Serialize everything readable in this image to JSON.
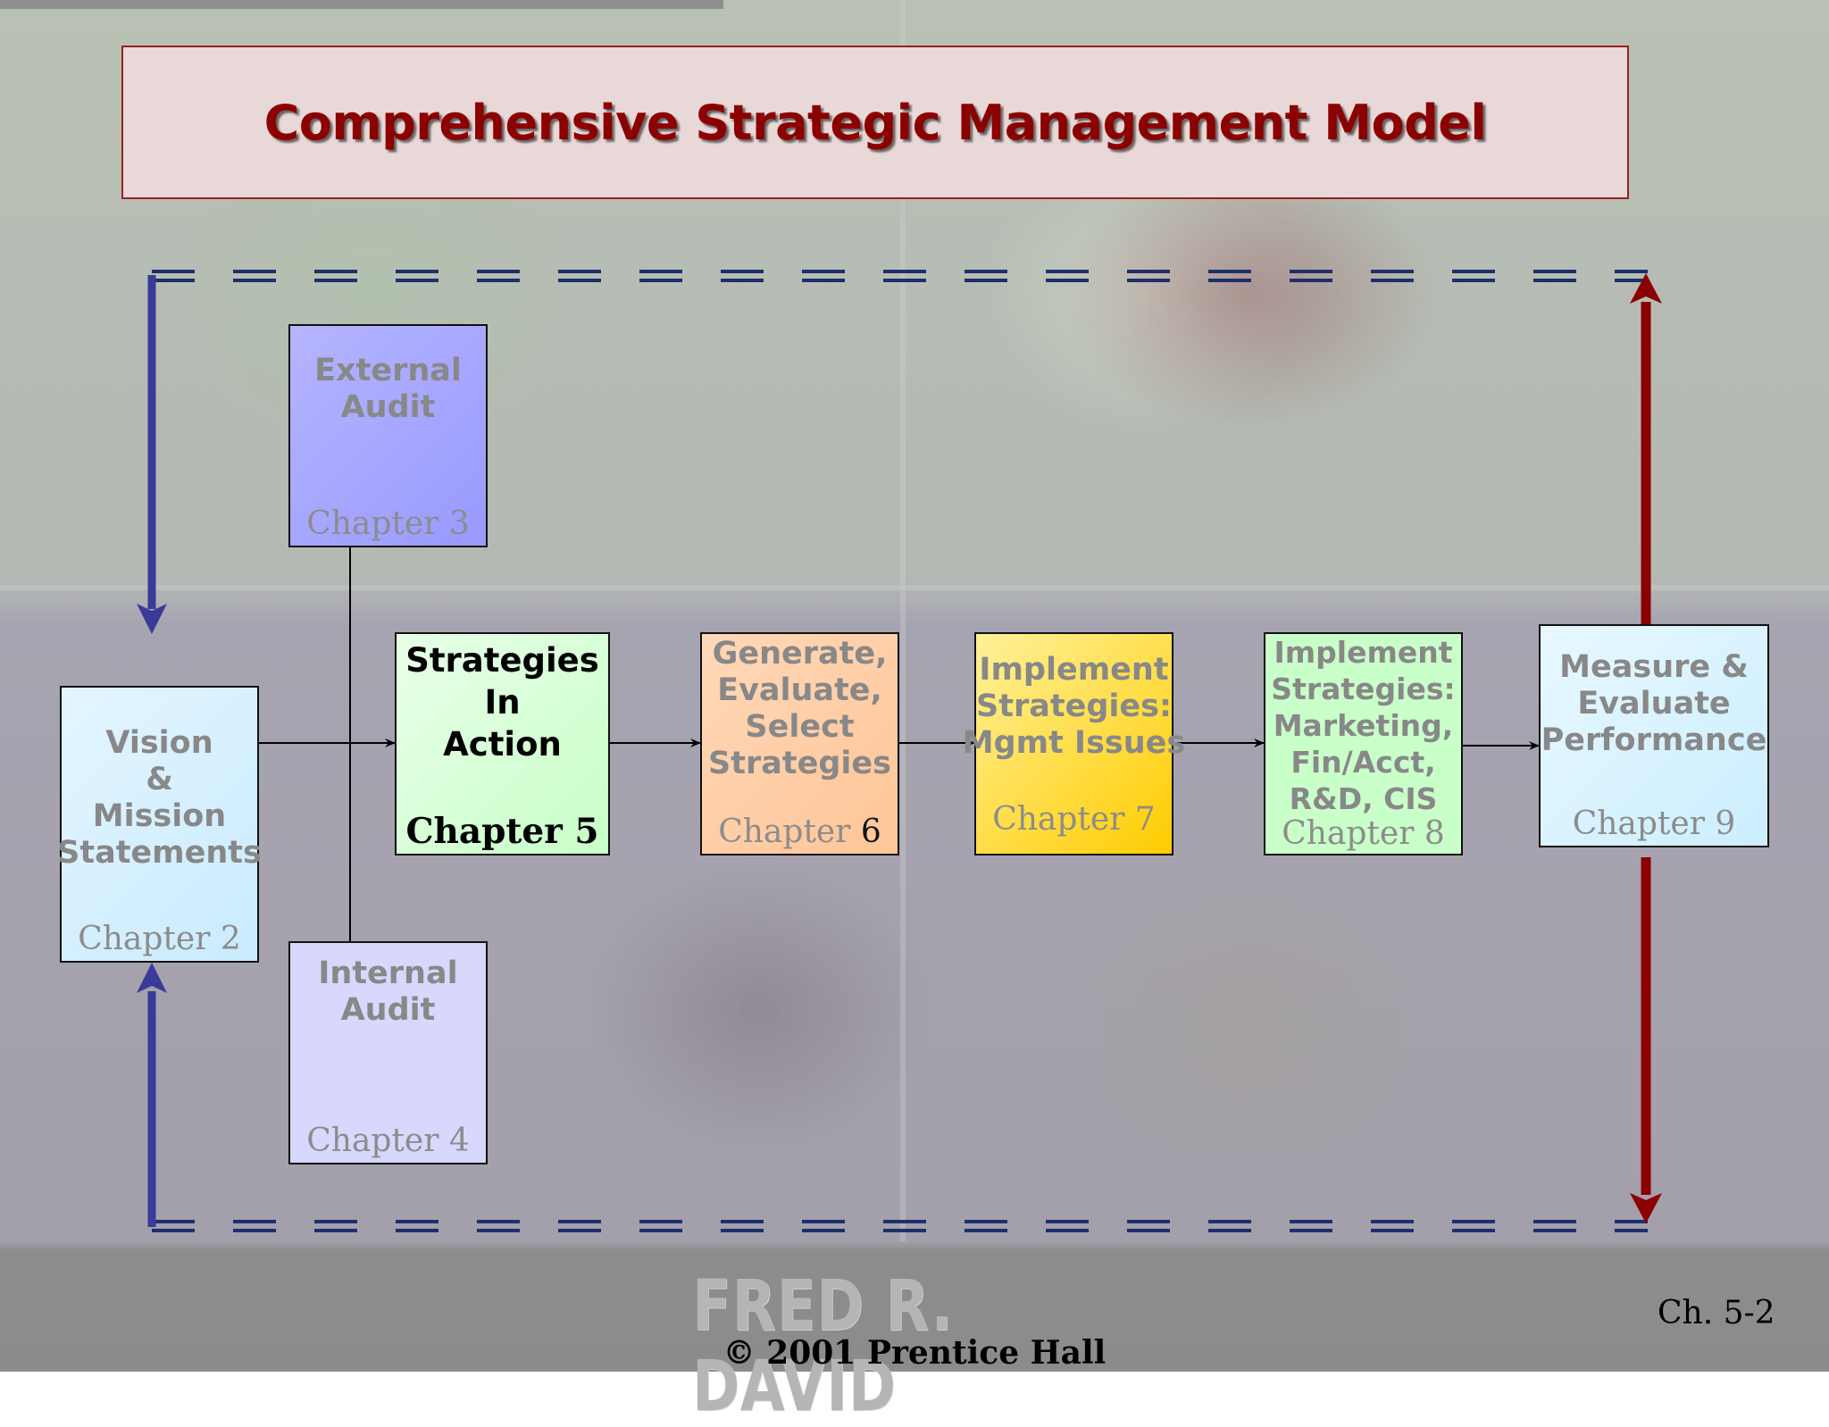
{
  "title": "Comprehensive Strategic Management Model",
  "boxes": {
    "external_audit": {
      "label": [
        "External",
        "Audit"
      ],
      "chapter": "Chapter 3"
    },
    "internal_audit": {
      "label": [
        "Internal",
        "Audit"
      ],
      "chapter": "Chapter 4"
    },
    "vision_mission": {
      "label": [
        "Vision",
        "&",
        "Mission",
        "Statements"
      ],
      "chapter": "Chapter 2"
    },
    "strategies_in_action": {
      "label": [
        "Strategies",
        "In",
        "Action"
      ],
      "chapter": "Chapter 5"
    },
    "generate_evaluate": {
      "label": [
        "Generate,",
        "Evaluate,",
        "Select",
        "Strategies"
      ],
      "chapter_word": "Chapter",
      "chapter_num": "6"
    },
    "implement_mgmt": {
      "label": [
        "Implement",
        "Strategies:",
        "Mgmt Issues"
      ],
      "chapter": "Chapter 7"
    },
    "implement_marketing": {
      "label": [
        "Implement",
        "Strategies:",
        "Marketing,",
        "Fin/Acct,",
        "R&D, CIS"
      ],
      "chapter": "Chapter 8"
    },
    "measure_evaluate": {
      "label": [
        "Measure &",
        "Evaluate",
        "Performance"
      ],
      "chapter": "Chapter 9"
    }
  },
  "colors": {
    "title": "#8b0000",
    "feedback_left": "#3a3a9a",
    "feedback_right": "#8b0000",
    "dashed_line": "#1f2f6b"
  },
  "footer": {
    "brand": "FRED R. DAVID",
    "copyright": "© 2001 Prentice Hall",
    "slide_number": "Ch. 5-2"
  }
}
